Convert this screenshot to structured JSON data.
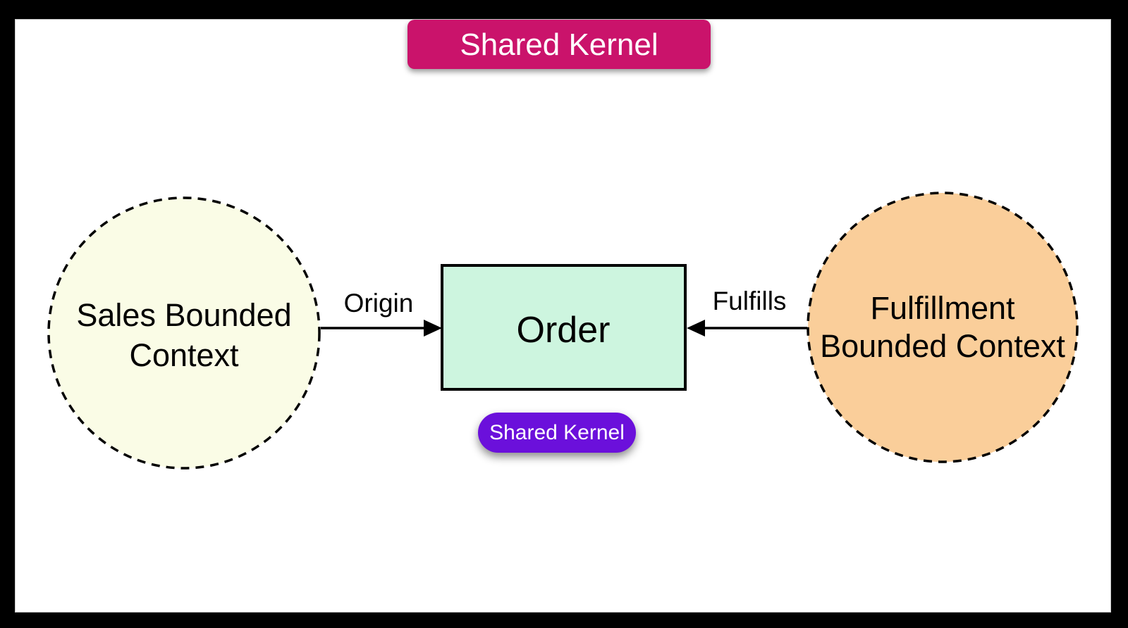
{
  "diagram": {
    "title_badge": {
      "label": "Shared Kernel"
    },
    "nodes": {
      "sales_context": {
        "label_line1": "Sales Bounded",
        "label_line2": "Context"
      },
      "fulfillment_context": {
        "label_line1": "Fulfillment",
        "label_line2": "Bounded Context"
      },
      "order": {
        "label": "Order"
      },
      "kernel_pill": {
        "label": "Shared Kernel"
      }
    },
    "edges": {
      "origin": {
        "label": "Origin"
      },
      "fulfills": {
        "label": "Fulfills"
      }
    },
    "colors": {
      "badge_bg": "#CA136B",
      "badge_text": "#FFFFFF",
      "sales_circle_fill": "#FAFCE6",
      "fulfillment_circle_fill": "#FACE9A",
      "order_box_fill": "#CDF5DF",
      "pill_bg": "#6B10DB",
      "pill_text": "#FFFFFF",
      "stroke": "#000000",
      "frame_bg": "#000000",
      "canvas_bg": "#FFFFFF"
    }
  }
}
